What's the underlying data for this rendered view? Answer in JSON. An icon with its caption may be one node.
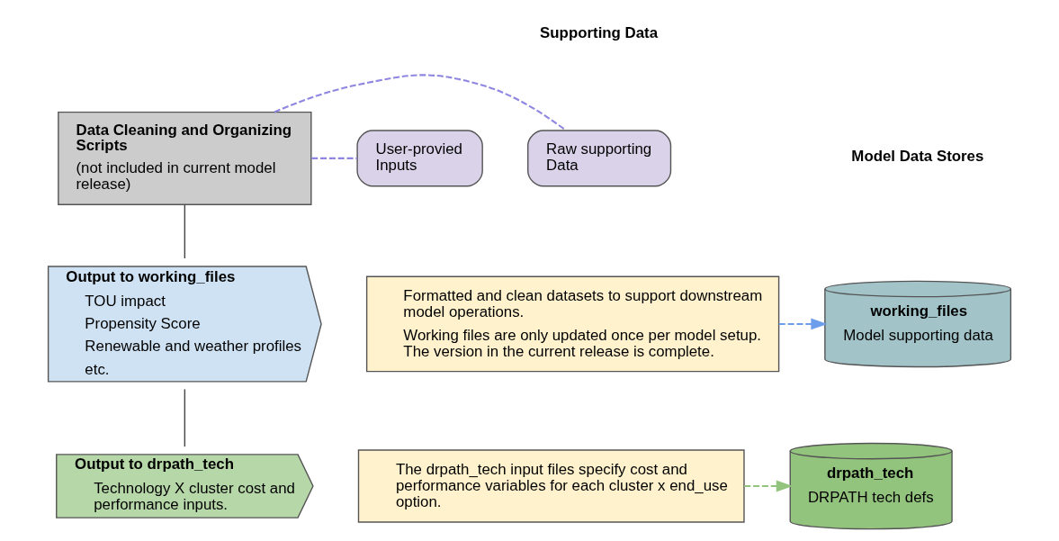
{
  "diagram": {
    "nodes": [
      {
        "text": [
          "Data Cleaning and Organizing Scripts",
          "(not included in current model release)"
        ]
      },
      {
        "text": [
          "Raw supporting Data"
        ]
      },
      {
        "text": [
          "User-provied Inputs"
        ]
      },
      {
        "text": [
          "Output to working_files",
          "TOU impact",
          "Propensity Score",
          "Renewable and weather profiles",
          "etc."
        ]
      },
      {
        "text": [
          "Formatted and clean datasets to support downstream model operations.",
          "Working files are only updated once per model setup. The version in the current release is complete."
        ]
      },
      {
        "text": [
          "working_files",
          "Model supporting data"
        ]
      },
      {
        "text": [
          "Output to drpath_tech",
          "Technology X cluster cost and performance inputs."
        ]
      },
      {
        "text": [
          "The drpath_tech input files specify cost and performance variables for each cluster x end_use option."
        ]
      },
      {
        "text": [
          "drpath_tech",
          "DRPATH tech defs"
        ]
      }
    ],
    "edges": [
      {
        "from": 0,
        "to": 1,
        "arrow": "none",
        "style": "dashed",
        "color": "#8e86e0"
      },
      {
        "from": 0,
        "to": 2,
        "arrow": "none",
        "style": "dashed",
        "color": "#8e86e0"
      },
      {
        "from": 0,
        "to": 3,
        "arrow": "none",
        "color": "#444444"
      },
      {
        "from": 3,
        "to": 6,
        "arrow": "none",
        "color": "#444444"
      },
      {
        "from": 4,
        "to": 5,
        "arrow": "to",
        "style": "dashed",
        "color": "#6d9eeb"
      },
      {
        "from": 7,
        "to": 8,
        "arrow": "to",
        "style": "dashed",
        "color": "#93c47d"
      }
    ],
    "labels": [
      "Supporting Data",
      "Model Data Stores"
    ]
  }
}
